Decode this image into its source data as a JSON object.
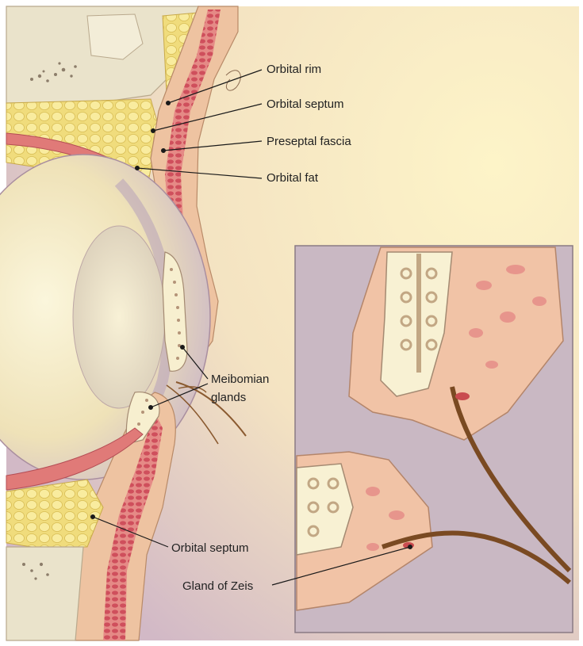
{
  "labels": {
    "orbital_rim": "Orbital rim",
    "orbital_septum_upper": "Orbital septum",
    "preseptal_fascia": "Preseptal fascia",
    "orbital_fat": "Orbital fat",
    "meibomian_line1": "Meibomian",
    "meibomian_line2": "glands",
    "orbital_septum_lower": "Orbital septum",
    "gland_of_zeis": "Gland of Zeis"
  },
  "colors": {
    "background_light": "#fbf1c4",
    "background_mauve": "#cdb6c4",
    "fat": "#f3e187",
    "skin": "#efc4a3",
    "muscle": "#d9606a",
    "bone": "#e9e2cc",
    "eye_white": "#f7f0d2",
    "inset_bg": "#c9b7c2",
    "lash": "#8a5a30"
  }
}
